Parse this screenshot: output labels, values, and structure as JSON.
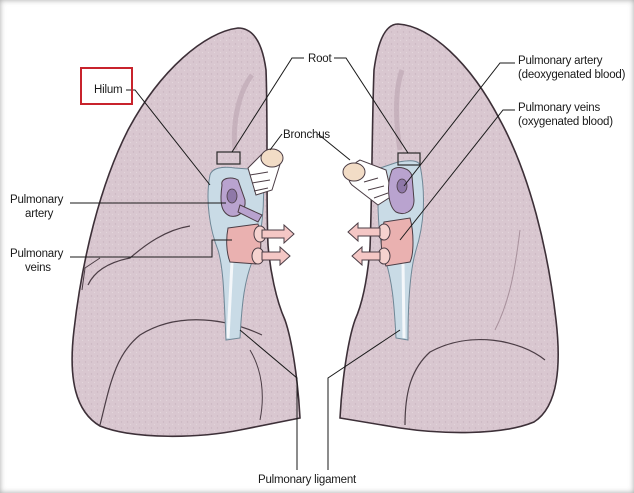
{
  "labels": {
    "hilum": "Hilum",
    "root": "Root",
    "bronchus": "Bronchus",
    "pulmonary_artery_left": [
      "Pulmonary",
      "artery"
    ],
    "pulmonary_veins_left": [
      "Pulmonary",
      "veins"
    ],
    "pulmonary_artery_right": [
      "Pulmonary artery",
      "(deoxygenated blood)"
    ],
    "pulmonary_veins_right": [
      "Pulmonary veins",
      "(oxygenated blood)"
    ],
    "pulmonary_ligament": "Pulmonary ligament"
  },
  "colors": {
    "highlight_box": "#c8232c",
    "lung_fill": "#d8c6cf",
    "lung_outline": "#3d3038",
    "artery": "#b9a3cf",
    "vein": "#eab1b0",
    "pleura": "#c9dbe6"
  }
}
